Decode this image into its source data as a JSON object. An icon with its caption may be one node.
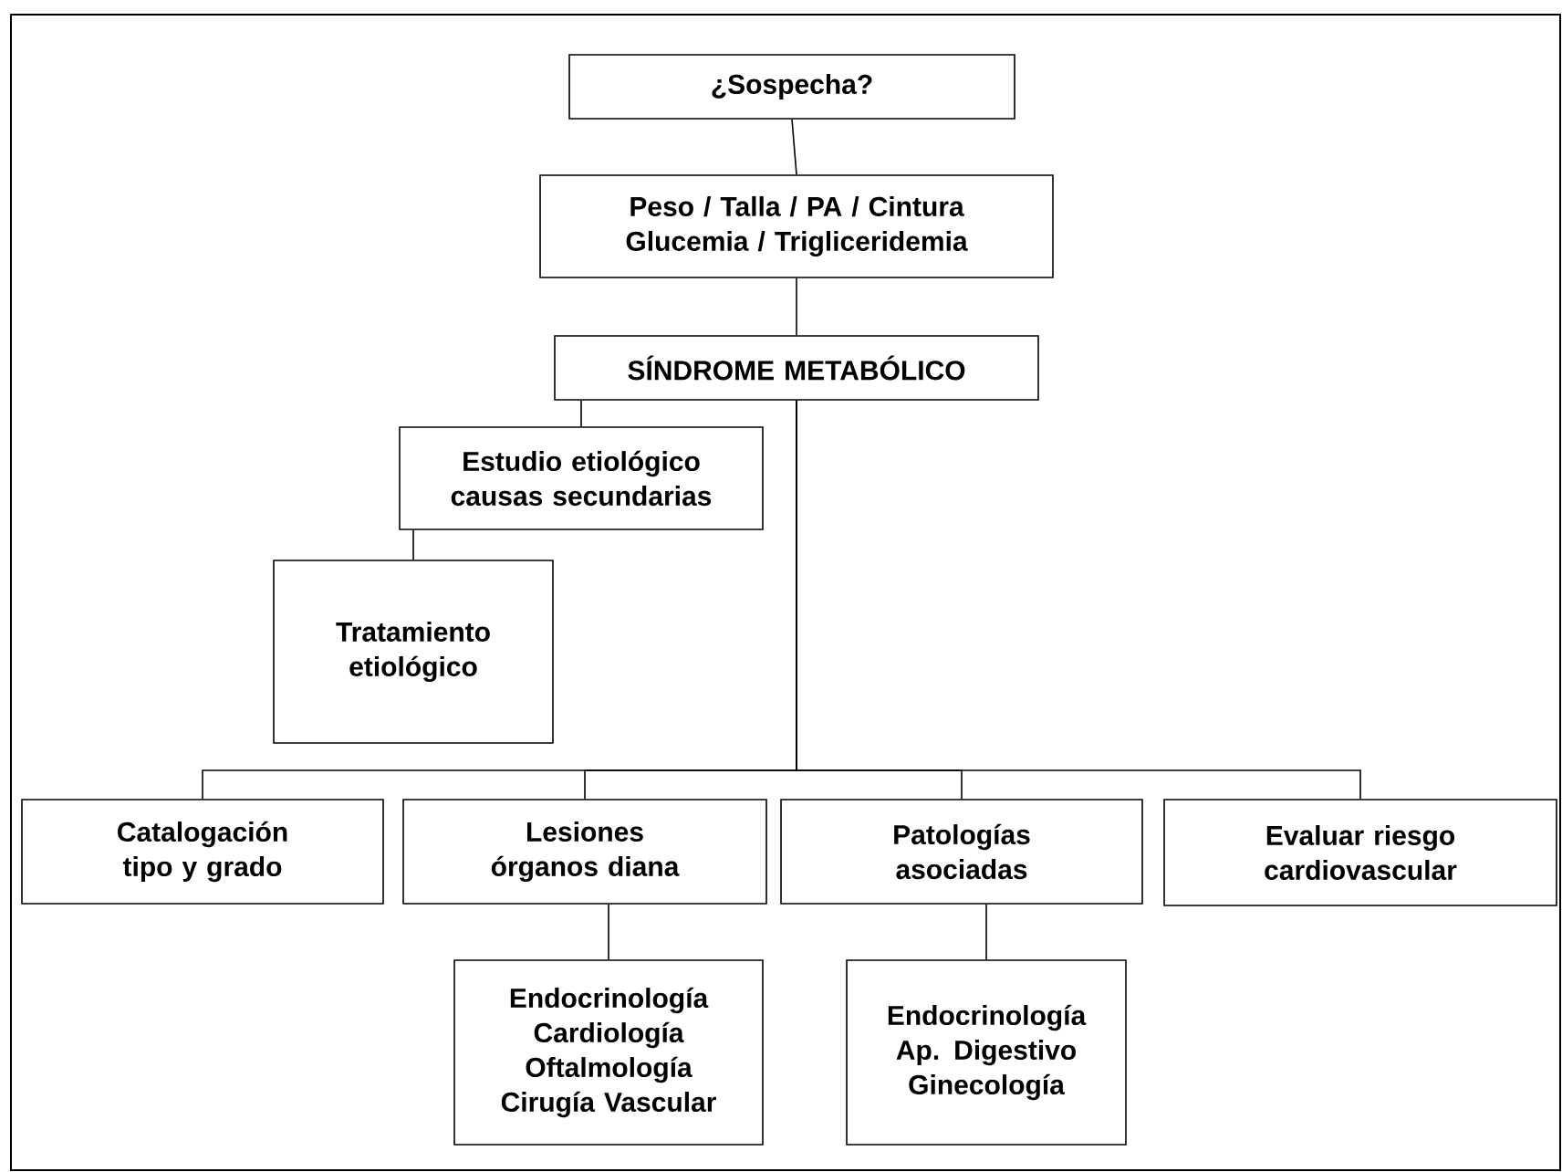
{
  "diagram": {
    "nodes": [
      {
        "text": [
          "¿Sospecha?"
        ]
      },
      {
        "text": [
          "Peso / Talla / PA / Cintura Glucemia / Trigliceridemia"
        ]
      },
      {
        "text": [
          "SÍNDROME METABÓLICO"
        ]
      },
      {
        "text": [
          "Estudio etiológico causas secundarias"
        ]
      },
      {
        "text": [
          "Tratamiento etiológico"
        ]
      },
      {
        "text": [
          "Catalogación tipo y grado"
        ]
      },
      {
        "text": [
          "Lesiones órganos diana"
        ]
      },
      {
        "text": [
          "Patologías asociadas"
        ]
      },
      {
        "text": [
          "Evaluar riesgo cardiovascular"
        ]
      },
      {
        "text": [
          "Endocrinología Cardiología Oftalmología Cirugía Vascular"
        ]
      },
      {
        "text": [
          "Endocrinología Ap. Digestivo Ginecología"
        ]
      }
    ],
    "edges": [
      {
        "from": 0,
        "to": 1,
        "arrow": "none"
      },
      {
        "from": 1,
        "to": 2,
        "arrow": "none"
      },
      {
        "from": 2,
        "to": 3,
        "arrow": "none"
      },
      {
        "from": 3,
        "to": 4,
        "arrow": "none"
      },
      {
        "from": 2,
        "to": 5,
        "arrow": "none"
      },
      {
        "from": 2,
        "to": 6,
        "arrow": "none"
      },
      {
        "from": 2,
        "to": 7,
        "arrow": "none"
      },
      {
        "from": 2,
        "to": 8,
        "arrow": "none"
      },
      {
        "from": 6,
        "to": 9,
        "arrow": "none"
      },
      {
        "from": 7,
        "to": 10,
        "arrow": "none"
      }
    ]
  }
}
